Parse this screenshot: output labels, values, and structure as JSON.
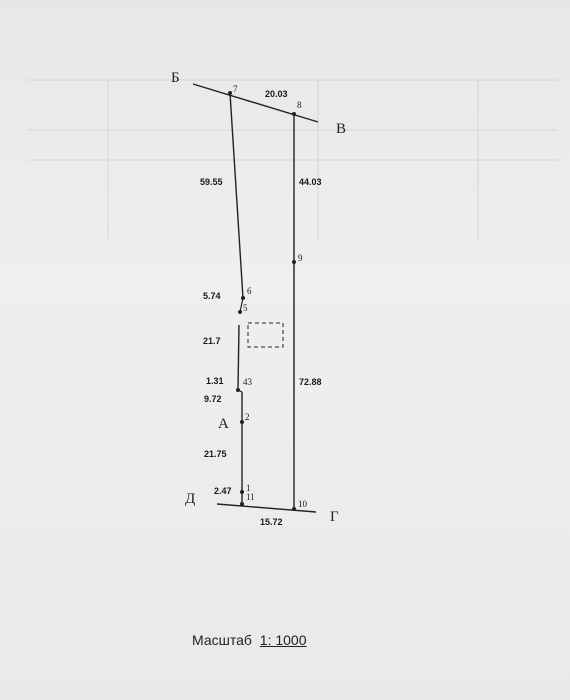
{
  "plan": {
    "letters": {
      "b": "Б",
      "v": "В",
      "a": "А",
      "g": "Г",
      "d": "Д"
    },
    "points": [
      "7",
      "8",
      "9",
      "6",
      "5",
      "43",
      "2",
      "1",
      "11",
      "10"
    ],
    "lengths": {
      "top": "20.03",
      "left_upper": "59.55",
      "right_upper": "44.03",
      "left_6_5": "5.74",
      "left_5_43": "21.7",
      "right_lower": "72.88",
      "jog_43": "1.31",
      "seg_43_2": "9.72",
      "seg_2_1": "21.75",
      "seg_1_11": "2.47",
      "bottom": "15.72"
    }
  },
  "footer": {
    "scale_label": "Масштаб",
    "scale_value": "1: 1000"
  }
}
